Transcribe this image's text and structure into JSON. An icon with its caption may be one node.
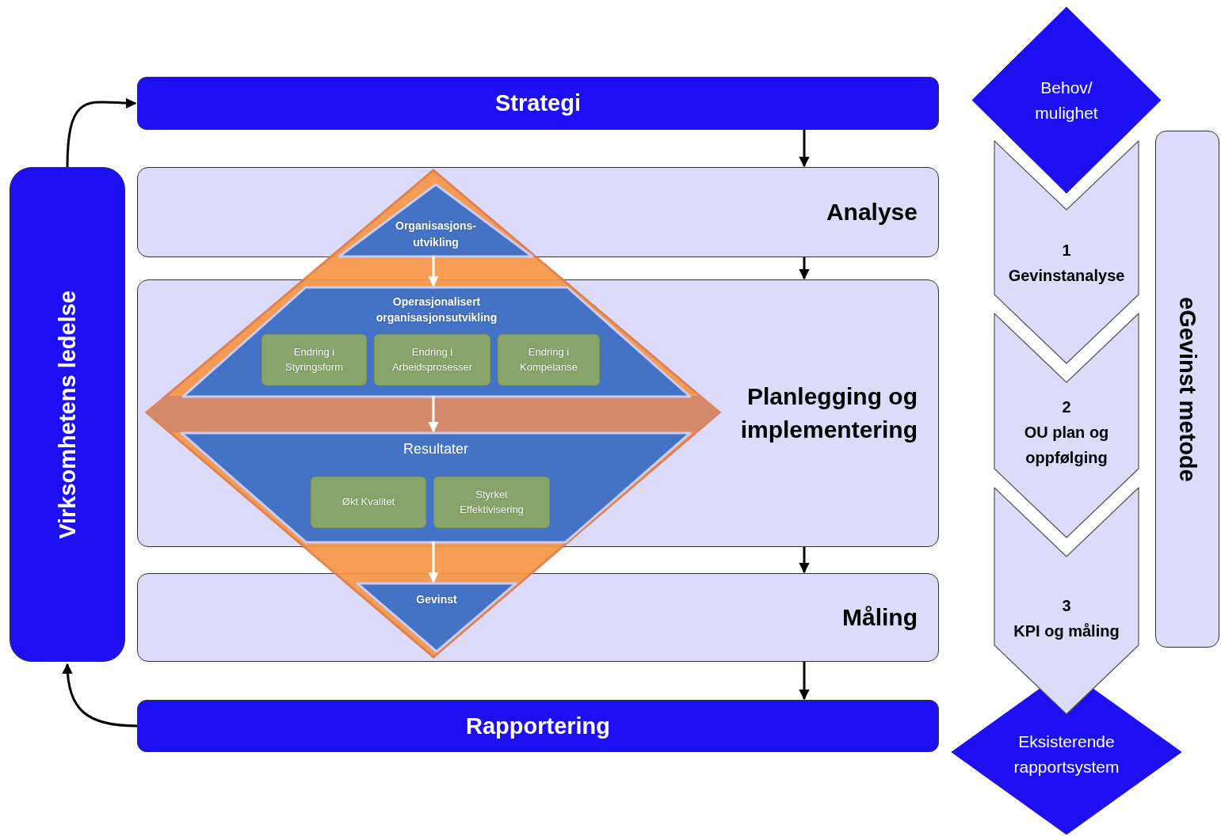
{
  "diagram": {
    "nodes": [
      {
        "text": [
          "Strategi"
        ]
      },
      {
        "text": [
          "Analyse"
        ]
      },
      {
        "text": [
          "Planlegging og implementering"
        ]
      },
      {
        "text": [
          "Måling"
        ]
      },
      {
        "text": [
          "Rapportering"
        ]
      },
      {
        "text": [
          "Virksomhetens ledelse"
        ]
      },
      {
        "text": [
          "Organisasjons- utvikling"
        ],
        "in": 1
      },
      {
        "text": [
          "Operasjonalisert organisasjonsutvikling"
        ],
        "in": 2
      },
      {
        "text": [
          "Endring i Styringsform"
        ],
        "in": 7
      },
      {
        "text": [
          "Endring i Arbeidsprosesser"
        ],
        "in": 7
      },
      {
        "text": [
          "Endring i Kompetanse"
        ],
        "in": 7
      },
      {
        "text": [
          "Resultater"
        ],
        "in": 2
      },
      {
        "text": [
          "Økt Kvalitet"
        ],
        "in": 11
      },
      {
        "text": [
          "Styrket Effektivisering"
        ],
        "in": 11
      },
      {
        "text": [
          "Gevinst"
        ],
        "in": 3
      },
      {
        "text": [
          "Behov/ mulighet"
        ]
      },
      {
        "text": [
          "1",
          "Gevinstanalyse"
        ]
      },
      {
        "text": [
          "2",
          "OU plan og oppfølging"
        ]
      },
      {
        "text": [
          "3",
          "KPI og måling"
        ]
      },
      {
        "text": [
          "Eksisterende rapportsystem"
        ]
      },
      {
        "text": [
          "eGevinst metode"
        ]
      }
    ],
    "edges": [
      {
        "from": 0,
        "to": 1,
        "arrow": "to"
      },
      {
        "from": 1,
        "to": 2,
        "arrow": "to"
      },
      {
        "from": 2,
        "to": 3,
        "arrow": "to"
      },
      {
        "from": 3,
        "to": 4,
        "arrow": "to"
      },
      {
        "from": 5,
        "to": 0,
        "arrow": "to"
      },
      {
        "from": 4,
        "to": 5,
        "arrow": "to"
      },
      {
        "from": 6,
        "to": 7,
        "arrow": "to",
        "color": "#ffffff"
      },
      {
        "from": 7,
        "to": 11,
        "arrow": "to",
        "color": "#ffffff"
      },
      {
        "from": 11,
        "to": 14,
        "arrow": "to",
        "color": "#ffffff"
      }
    ]
  }
}
